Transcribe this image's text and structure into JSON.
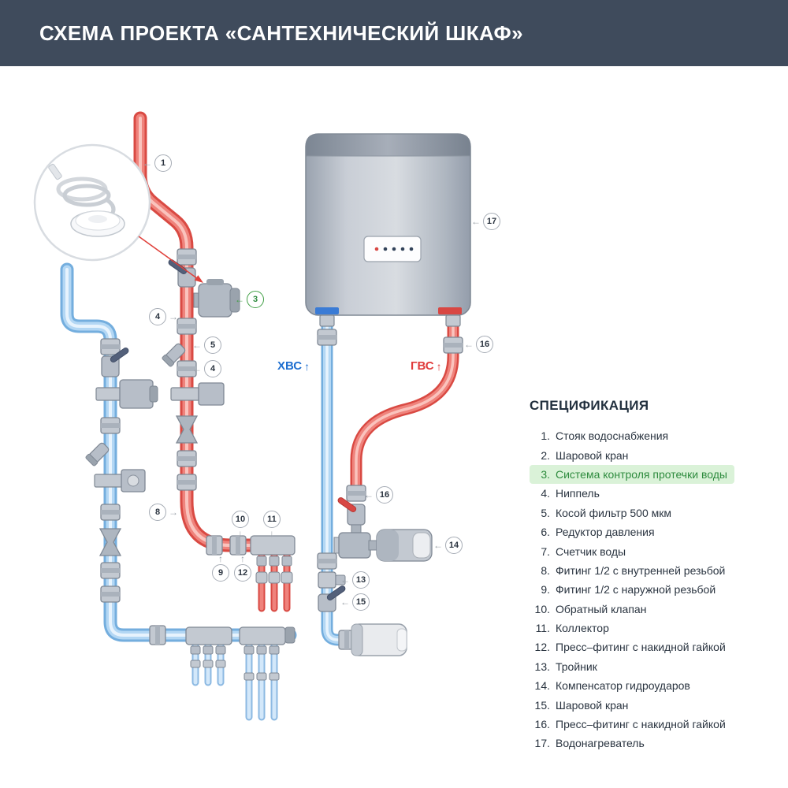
{
  "header": {
    "title": "СХЕМА ПРОЕКТА «САНТЕХНИЧЕСКИЙ ШКАФ»"
  },
  "diagram": {
    "labels": {
      "cold": "ХВС",
      "hot": "ГВС",
      "up_arrow": "↑"
    },
    "callouts": [
      {
        "label": "1",
        "arrow": "←"
      },
      {
        "label": "3",
        "arrow": "←",
        "highlight": true
      },
      {
        "label": "4",
        "arrow": "→"
      },
      {
        "label": "5",
        "arrow": "←"
      },
      {
        "label": "4",
        "arrow": "←"
      },
      {
        "label": "8",
        "arrow": "→"
      },
      {
        "label": "10",
        "arrow": "↓"
      },
      {
        "label": "11",
        "arrow": "↓"
      },
      {
        "label": "9",
        "arrow": "↑"
      },
      {
        "label": "12",
        "arrow": "↑"
      },
      {
        "label": "16",
        "arrow": "←"
      },
      {
        "label": "13",
        "arrow": "←"
      },
      {
        "label": "15",
        "arrow": "←"
      },
      {
        "label": "14",
        "arrow": "←"
      },
      {
        "label": "16",
        "arrow": "←"
      },
      {
        "label": "17",
        "arrow": "←"
      }
    ]
  },
  "spec": {
    "title": "СПЕЦИФИКАЦИЯ",
    "items": [
      {
        "num": "1.",
        "text": "Стояк водоснабжения"
      },
      {
        "num": "2.",
        "text": "Шаровой кран"
      },
      {
        "num": "3.",
        "text": "Система контроля протечки воды",
        "highlight": true
      },
      {
        "num": "4.",
        "text": "Ниппель"
      },
      {
        "num": "5.",
        "text": "Косой фильтр 500 мкм"
      },
      {
        "num": "6.",
        "text": "Редуктор давления"
      },
      {
        "num": "7.",
        "text": "Счетчик воды"
      },
      {
        "num": "8.",
        "text": "Фитинг 1/2 с внутренней резьбой"
      },
      {
        "num": "9.",
        "text": "Фитинг 1/2 с наружной резьбой"
      },
      {
        "num": "10.",
        "text": "Обратный клапан"
      },
      {
        "num": "11.",
        "text": "Коллектор"
      },
      {
        "num": "12.",
        "text": "Пресс–фитинг с накидной гайкой"
      },
      {
        "num": "13.",
        "text": "Тройник"
      },
      {
        "num": "14.",
        "text": "Компенсатор гидроударов"
      },
      {
        "num": "15.",
        "text": "Шаровой кран"
      },
      {
        "num": "16.",
        "text": "Пресс–фитинг с накидной гайкой"
      },
      {
        "num": "17.",
        "text": "Водонагреватель"
      }
    ]
  },
  "colors": {
    "header_bg": "#3f4b5c",
    "cold_blue": "#1f6fd0",
    "hot_red": "#e03c3c",
    "highlight_green_bg": "#daf2d8",
    "highlight_green_text": "#2e8b3e"
  }
}
